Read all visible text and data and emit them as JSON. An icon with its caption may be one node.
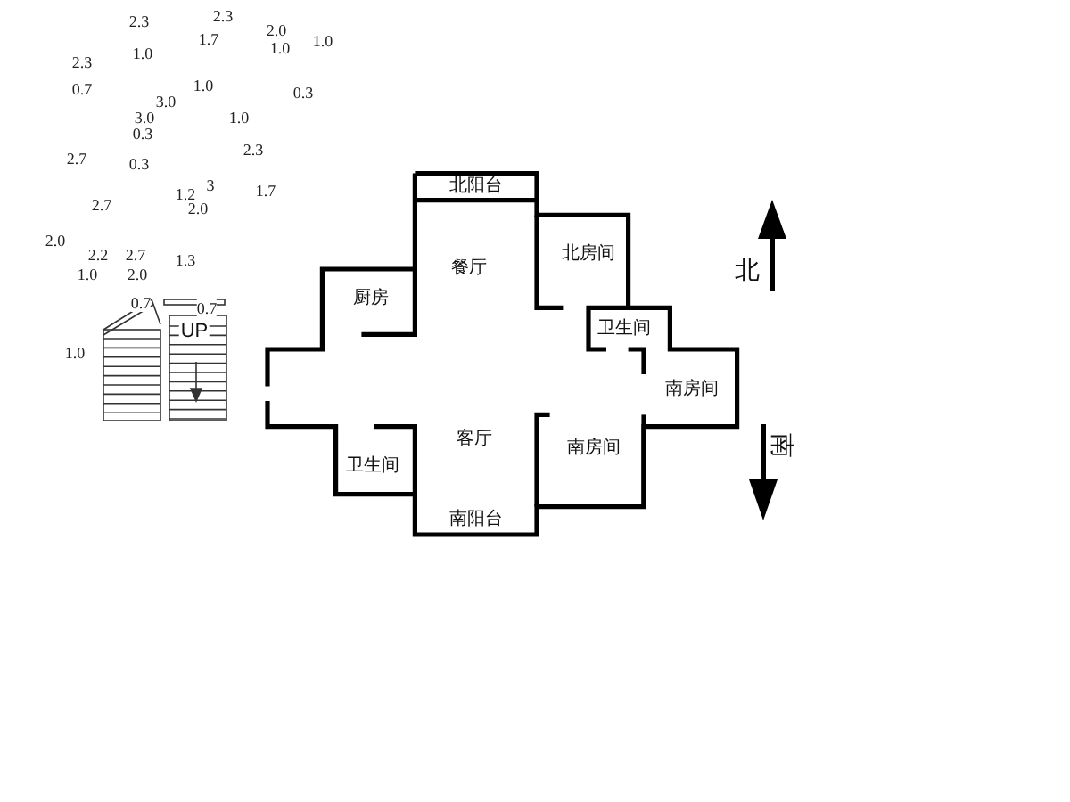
{
  "diagram": {
    "labels": [
      "2.3",
      "2.3",
      "2.0",
      "1.7",
      "1.0",
      "1.0",
      "1.0",
      "2.3",
      "1.0",
      "0.7",
      "0.3",
      "3.0",
      "1.0",
      "3.0",
      "0.3",
      "2.3",
      "2.7",
      "0.3",
      "3",
      "北阳台",
      "1.7",
      "1.2",
      "2.7",
      "2.0",
      "2.0",
      "北房间",
      "2.7",
      "2.2",
      "1.3",
      "餐厅",
      "北",
      "1.0",
      "2.0",
      "厨房",
      "0.7",
      "0.7",
      "卫生间",
      "UP",
      "1.0",
      "南房间",
      "客厅",
      "南",
      "南房间",
      "卫生间",
      "南阳台"
    ]
  }
}
